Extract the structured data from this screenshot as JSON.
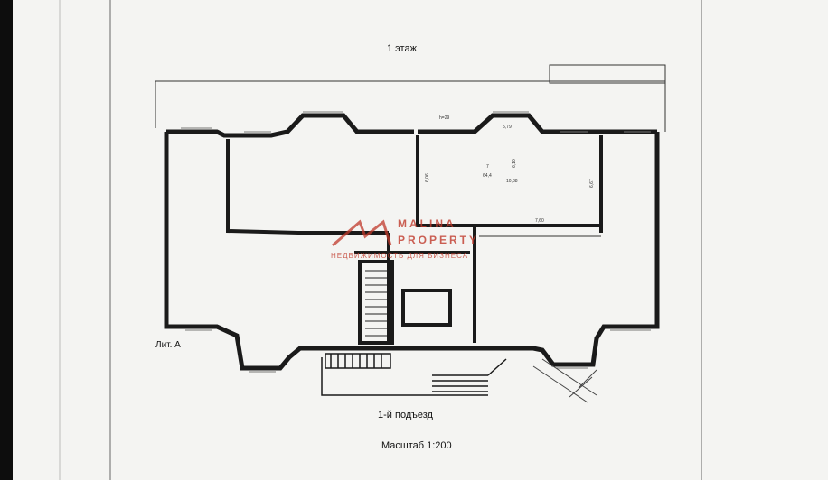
{
  "floor_title": "1 этаж",
  "building_label": "Лит. А",
  "entrance_label": "1-й подъезд",
  "scale_label": "Масштаб 1:200",
  "room": {
    "number": "7",
    "area": "64,4",
    "dims_top": "5,79",
    "dims_left": "6,06",
    "dims_right": "6,67",
    "dims_bottom": "7,60",
    "dims_mid": "6,10",
    "dims_small": "10,88",
    "dims_top_left": "h=29"
  },
  "watermark": {
    "brand_line1": "MALINA",
    "brand_line2": "PROPERTY",
    "tagline": "НЕДВИЖИМОСТЬ ДЛЯ БИЗНЕСА",
    "color": "#c0392b"
  }
}
